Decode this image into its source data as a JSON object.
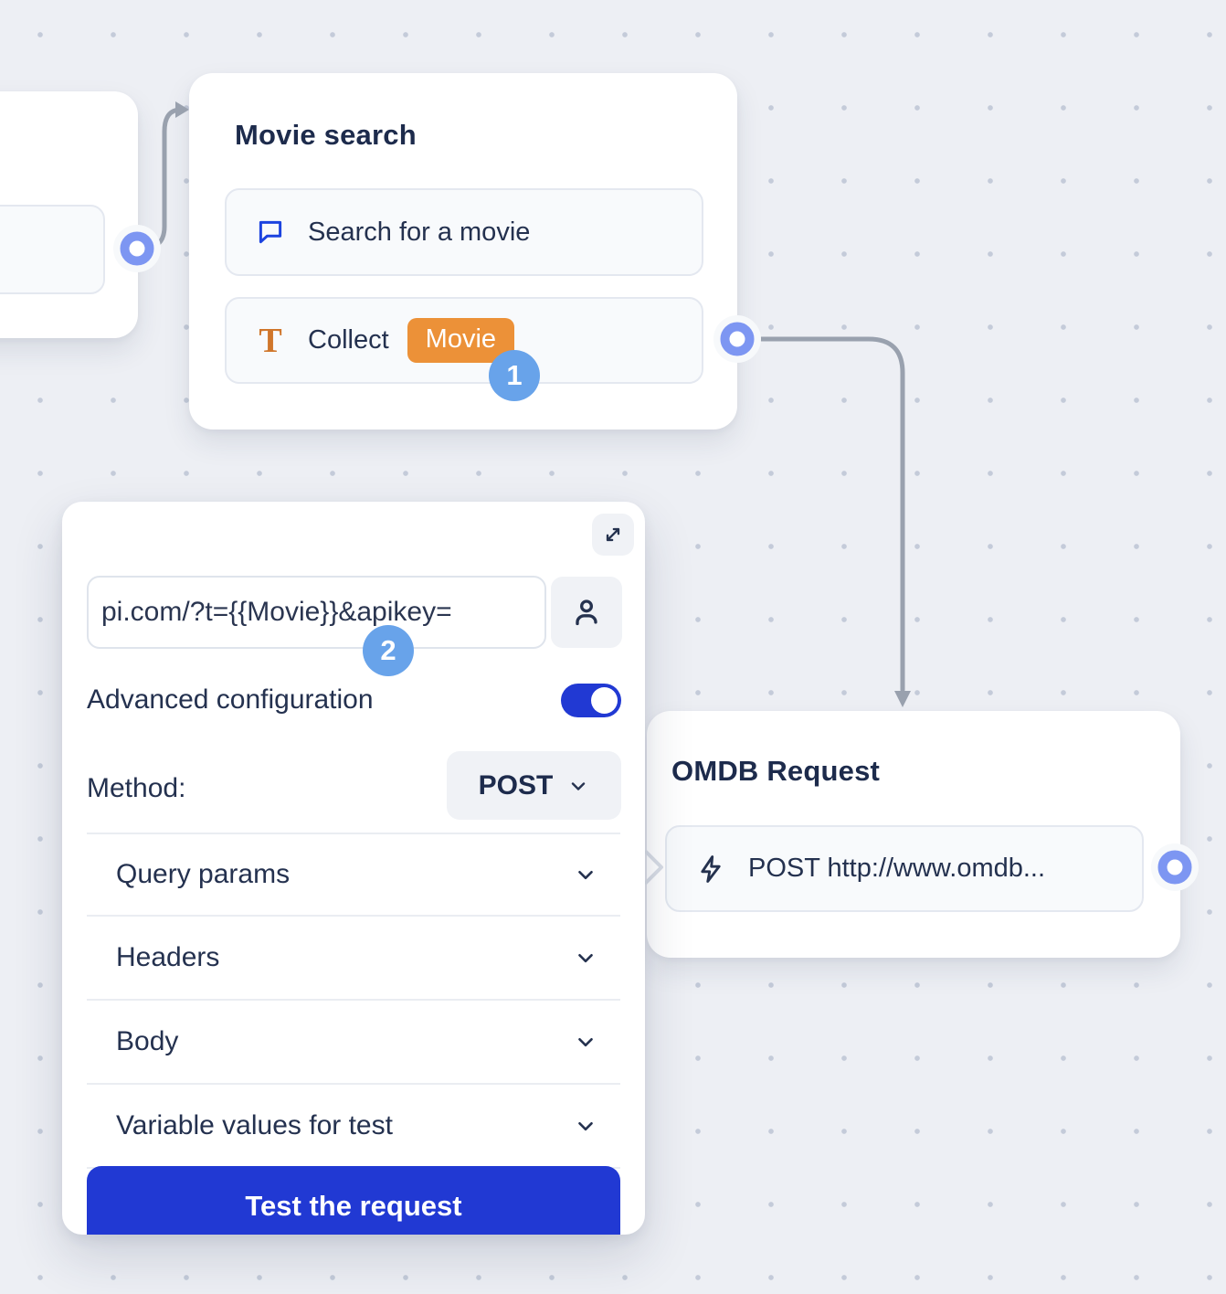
{
  "movie_card": {
    "title": "Movie search",
    "items": [
      {
        "icon": "chat-bubble-icon",
        "label": "Search for a movie"
      },
      {
        "icon": "text-input-icon",
        "label": "Collect",
        "variable_pill": "Movie"
      }
    ]
  },
  "omdb_card": {
    "title": "OMDB Request",
    "items": [
      {
        "icon": "lightning-icon",
        "label": "POST http://www.omdb..."
      }
    ]
  },
  "config_panel": {
    "url_input": {
      "value": "pi.com/?t={{Movie}}&apikey="
    },
    "advanced_label": "Advanced configuration",
    "advanced_enabled": true,
    "method_label": "Method:",
    "method_value": "POST",
    "sections": [
      {
        "label": "Query params"
      },
      {
        "label": "Headers"
      },
      {
        "label": "Body"
      },
      {
        "label": "Variable values for test"
      }
    ],
    "test_button_label": "Test the request"
  },
  "step_badges": {
    "step1": "1",
    "step2": "2"
  },
  "colors": {
    "primary_blue": "#2139d3",
    "badge_blue": "#68a3ea",
    "pill_orange": "#ec9138",
    "icon_orange": "#d0762b",
    "icon_blue": "#1c43df",
    "port_blue": "#7d96f2",
    "connector_gray": "#99a1ae",
    "canvas_bg": "#edeff4",
    "text_navy": "#1d2b4c"
  }
}
